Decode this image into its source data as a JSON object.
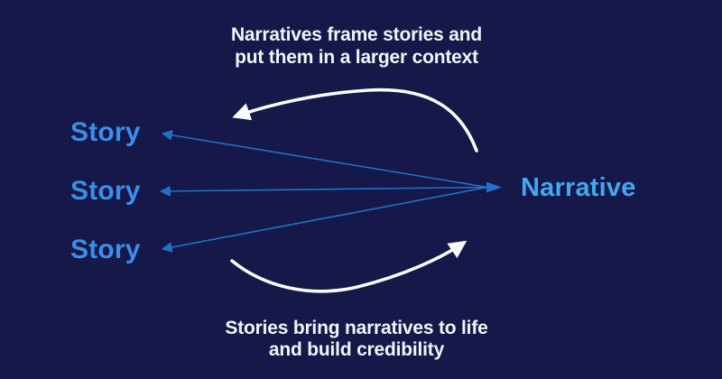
{
  "captions": {
    "top": {
      "line1": "Narratives frame stories and",
      "line2": "put them in a larger context"
    },
    "bottom": {
      "line1": "Stories bring narratives to life",
      "line2": "and build credibility"
    }
  },
  "nodes": {
    "stories": [
      "Story",
      "Story",
      "Story"
    ],
    "narrative": "Narrative"
  },
  "edges": {
    "blue_connectors": [
      {
        "from": "Narrative",
        "to": "Story (top)",
        "double_headed": true
      },
      {
        "from": "Narrative",
        "to": "Story (middle)",
        "double_headed": true
      },
      {
        "from": "Narrative",
        "to": "Story (bottom)",
        "double_headed": true
      }
    ],
    "white_curves": [
      {
        "direction": "right-to-left",
        "meaning": "Narratives frame stories and put them in a larger context"
      },
      {
        "direction": "left-to-right",
        "meaning": "Stories bring narratives to life and build credibility"
      }
    ]
  },
  "colors": {
    "background": "#151848",
    "caption_text": "#f2f4f8",
    "story_text": "#3a8fe8",
    "narrative_text": "#41a9f1",
    "connector_blue": "#1f72c9",
    "curve_white": "#fafbfd"
  }
}
